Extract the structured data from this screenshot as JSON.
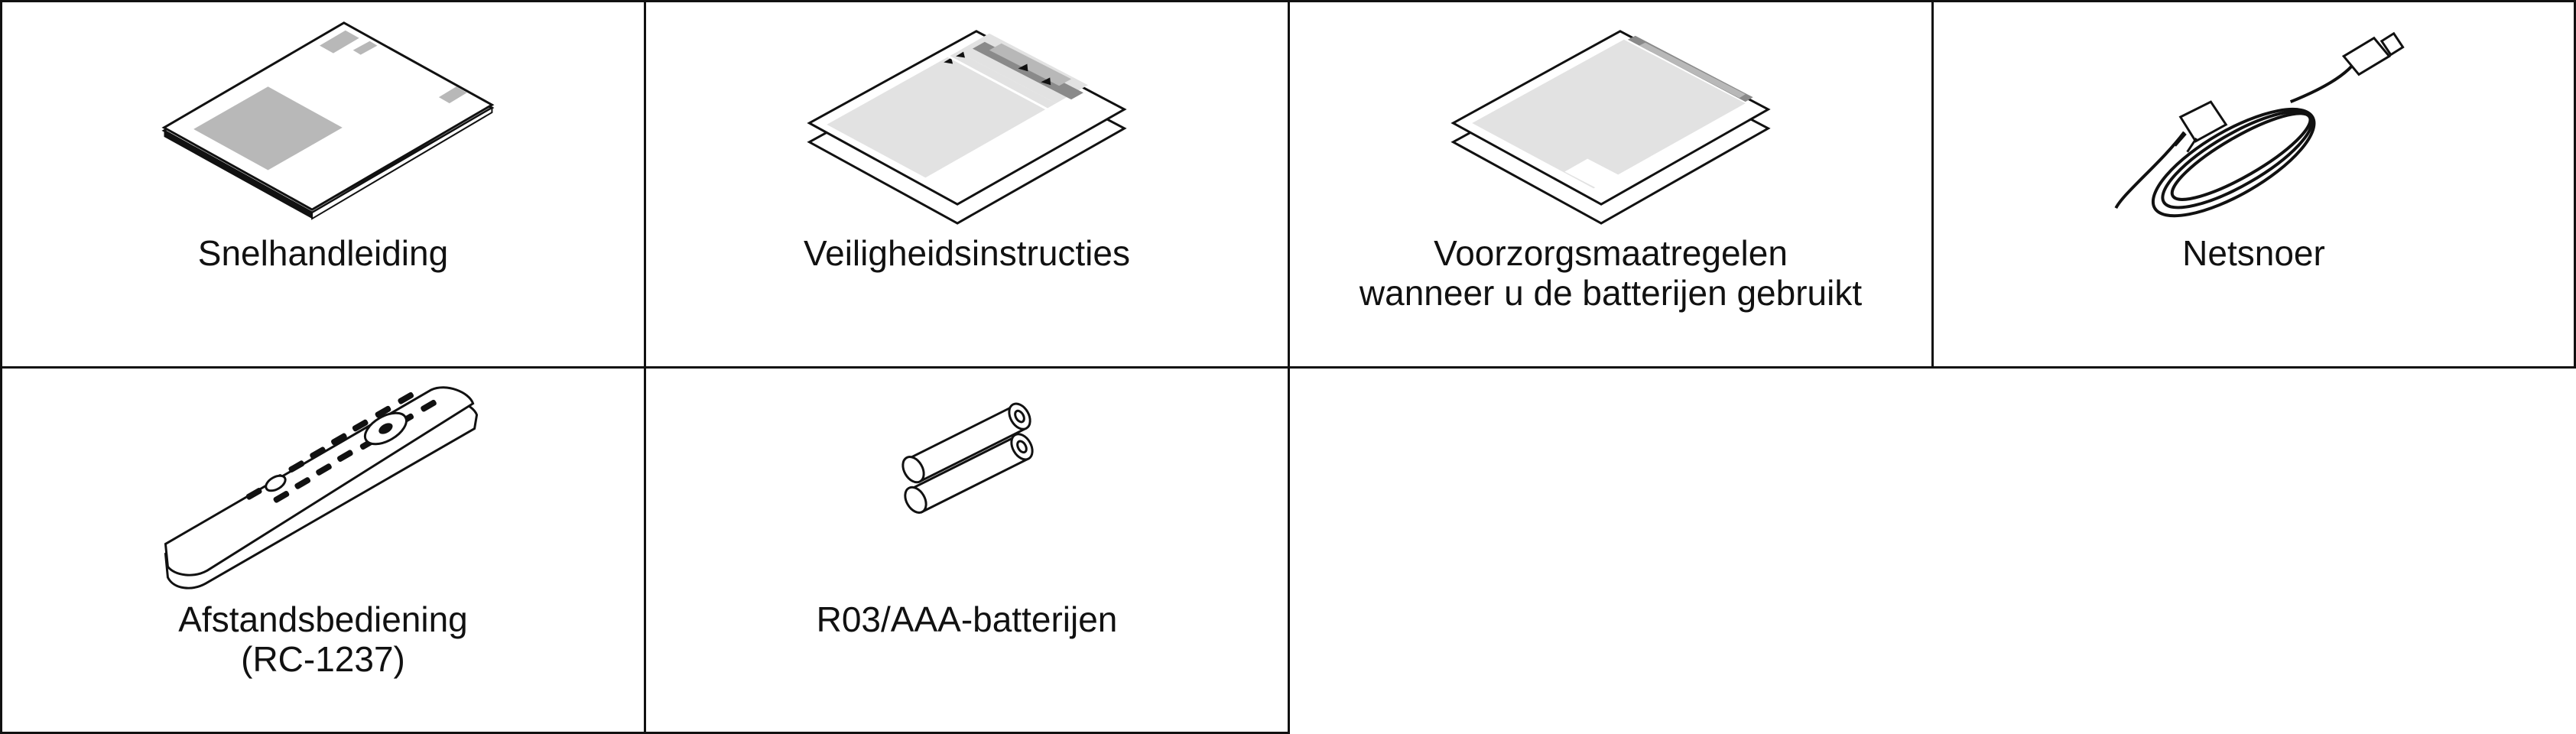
{
  "items": [
    {
      "label_lines": [
        "Snelhandleiding"
      ],
      "icon": "quick-start-guide-icon"
    },
    {
      "label_lines": [
        "Veiligheidsinstructies"
      ],
      "icon": "safety-instructions-icon"
    },
    {
      "label_lines": [
        "Voorzorgsmaatregelen",
        "wanneer u de batterijen gebruikt"
      ],
      "icon": "battery-precautions-icon"
    },
    {
      "label_lines": [
        "Netsnoer"
      ],
      "icon": "power-cord-icon"
    },
    {
      "label_lines": [
        "Afstandsbediening",
        "(RC-1237)"
      ],
      "icon": "remote-control-icon"
    },
    {
      "label_lines": [
        "R03/AAA-batterijen"
      ],
      "icon": "aaa-batteries-icon"
    }
  ],
  "colors": {
    "border": "#111111",
    "fill_light": "#e2e2e2",
    "fill_mid": "#b8b8b8",
    "fill_dark": "#8a8a8a"
  }
}
